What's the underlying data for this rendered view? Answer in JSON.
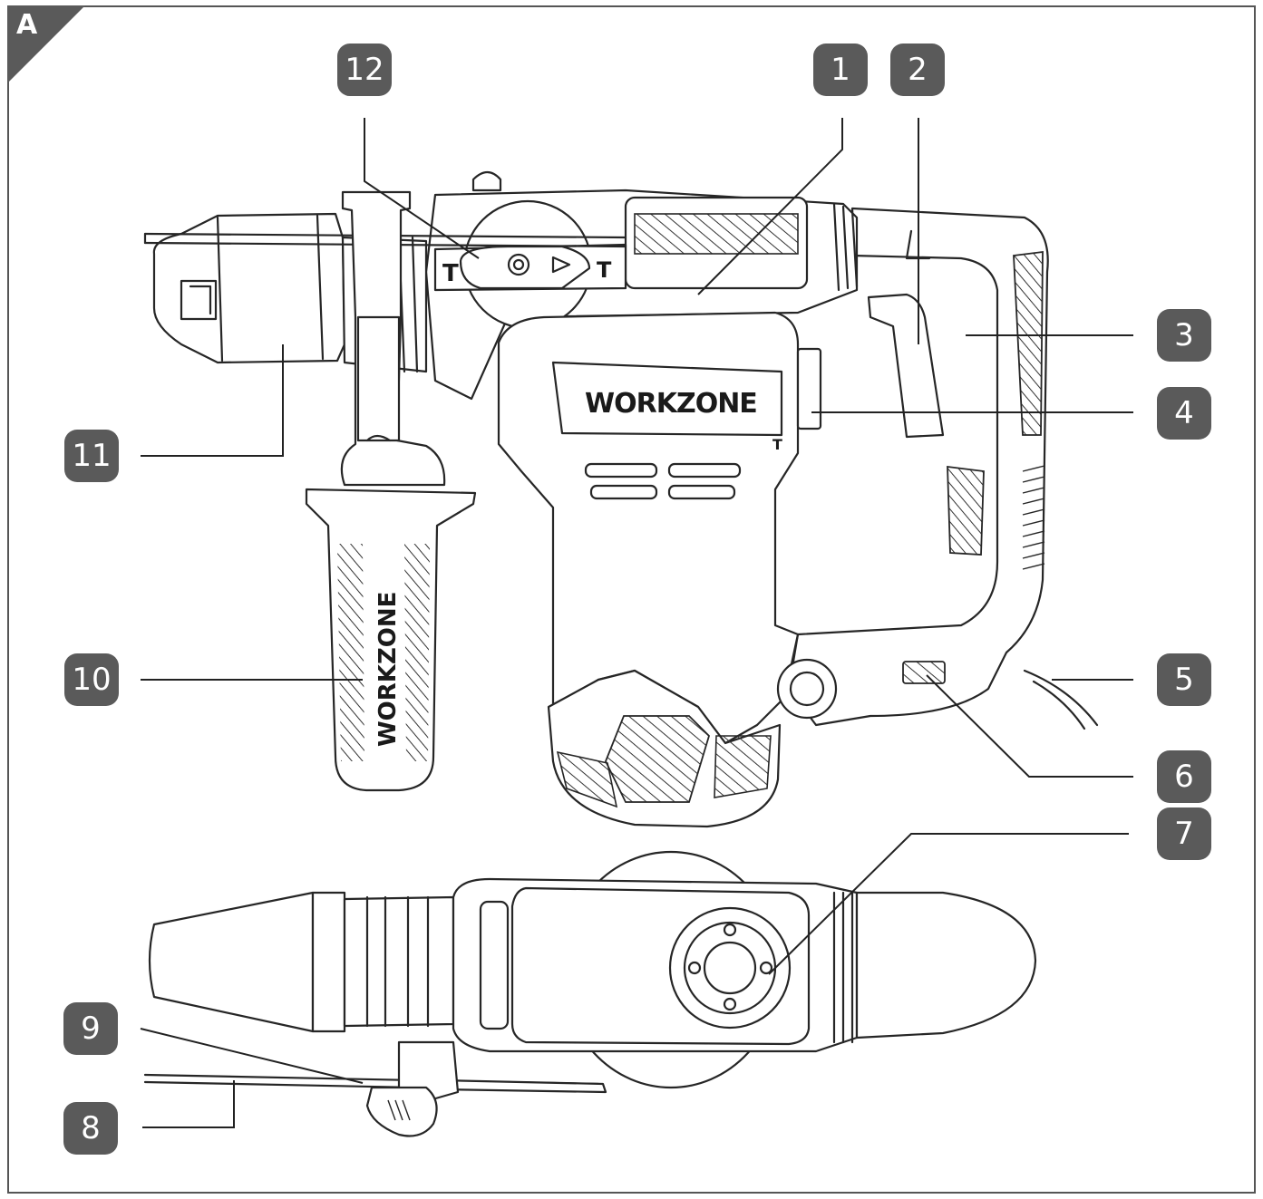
{
  "figure": {
    "panel_letter": "A",
    "brand_label": "WORKZONE",
    "handle_brand_label": "WORKZONE",
    "switch_symbols": {
      "left": "T",
      "right": "T"
    },
    "callouts": [
      "1",
      "2",
      "3",
      "4",
      "5",
      "6",
      "7",
      "8",
      "9",
      "10",
      "11",
      "12"
    ]
  },
  "colors": {
    "badge": "#5a5a5a",
    "badge_text": "#ffffff",
    "line_art": "#262626",
    "frame": "#555555"
  }
}
